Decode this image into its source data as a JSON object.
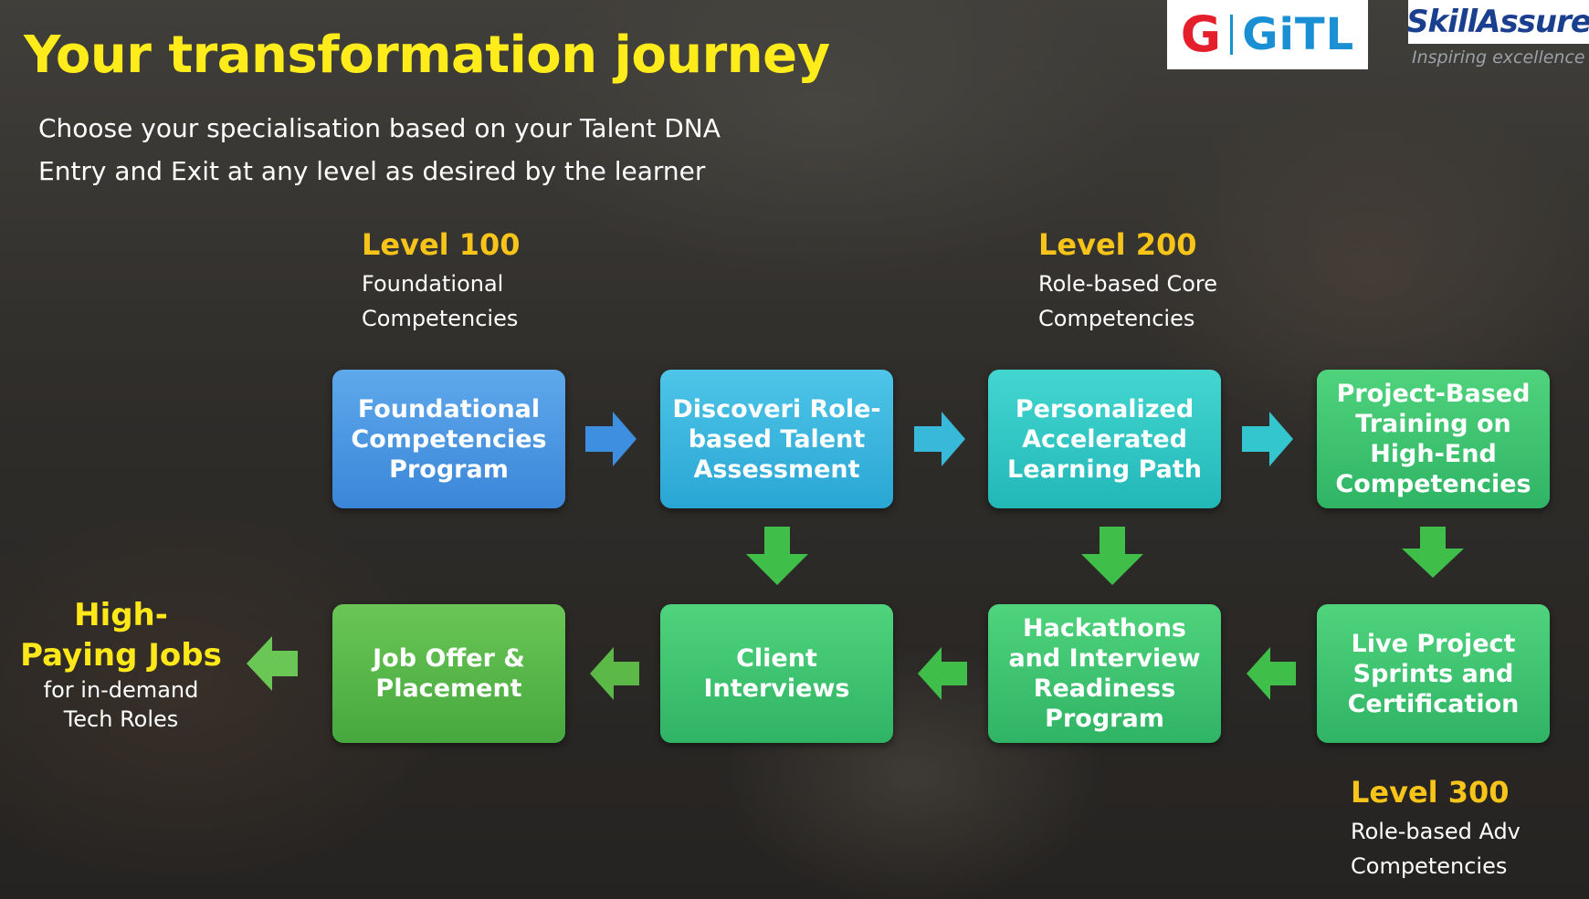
{
  "header": {
    "title": "Your transformation journey",
    "subtitle_line1": "Choose your specialisation based on your Talent DNA",
    "subtitle_line2": "Entry and Exit at any level as desired by the learner"
  },
  "logos": {
    "gitl_text": "GiTL",
    "skillassure_text": "SkillAssure",
    "skillassure_tagline": "Inspiring excellence"
  },
  "levels": {
    "l100": {
      "title": "Level 100",
      "line1": "Foundational",
      "line2": "Competencies"
    },
    "l200": {
      "title": "Level 200",
      "line1": "Role-based Core",
      "line2": "Competencies"
    },
    "l300": {
      "title": "Level 300",
      "line1": "Role-based Adv",
      "line2": "Competencies"
    }
  },
  "steps": {
    "top": [
      {
        "label": "Foundational Competencies Program"
      },
      {
        "label": "Discoveri Role-based Talent Assessment"
      },
      {
        "label": "Personalized Accelerated Learning Path"
      },
      {
        "label": "Project-Based Training on High-End Competencies"
      }
    ],
    "bottom": [
      {
        "label": "Job Offer & Placement"
      },
      {
        "label": "Client Interviews"
      },
      {
        "label": "Hackathons and Interview Readiness Program"
      },
      {
        "label": "Live Project Sprints and Certification"
      }
    ]
  },
  "outcome": {
    "highlight": "High-Paying Jobs",
    "text": "for in-demand Tech Roles"
  },
  "colors": {
    "title": "#ffec1a",
    "level": "#f7c41a",
    "arrow_blue": "#3f8fe0",
    "arrow_teal": "#33c6cf",
    "arrow_green": "#3fbf4a"
  }
}
